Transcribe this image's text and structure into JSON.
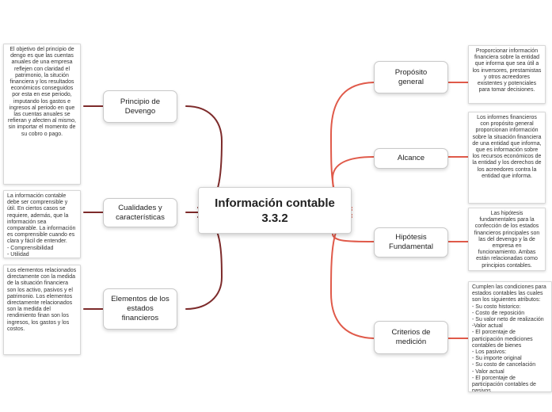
{
  "colors": {
    "left_branch": "#7d2b2b",
    "right_branch": "#e05a4a",
    "node_border": "#c9c9c9",
    "background": "#ffffff"
  },
  "central": {
    "title": "Información contable\n3.3.2"
  },
  "left": [
    {
      "label": "Principio de\nDevengo",
      "note": "El objetivo del principio de dengo es que las cuentas anuales de una empresa reflejen con claridad el patrimonio, la situción financiera y los resultados económicos conseguidos por esta en ese periodo, imputando los gastos e ingresos al periodo en que las cuentas anuales se refieran y afecten al mismo, sin importar el momento de su cobro o pago."
    },
    {
      "label": "Cualidades y\ncaracterísticas",
      "note": "La información contable debe ser comprensible y útil. En ciertos casos se requiere, además, que la información sea comparable. La información es comprensible cuando es clara y fácil de entender.\n- Comprensibilidad\n- Utilidad\n- Comparabilidad"
    },
    {
      "label": "Elementos de los\nestados\nfinancieros",
      "note": "Los elementos relacionados directamente con la medida de la situación financiera son los activo, pasivos y el patrimonio. Los elementos directamente relacionados son la medida del rendimiento finan son los ingresos, los gastos y los costos."
    }
  ],
  "right": [
    {
      "label": "Propósito\ngeneral",
      "note": "Proporcionar información financiera sobre la entidad que informa que sea útil a los inversores, prestamistas y otros acreedores existentes y potenciales para tomar decisiones."
    },
    {
      "label": "Alcance",
      "note": "Los informes financieros con propósito general proporcionan información sobre la situación financiera de una entidad que informa, que es información sobre los recursos económicos de la entidad y los derechos de los acreedores contra la entidad que informa."
    },
    {
      "label": "Hipótesis\nFundamental",
      "note": "Las hipótesis fundamentales para la confección de los estados financieros principales son las del devengo y la de empresa en funcionamiento. Ambas están relacionadas como principios contables."
    },
    {
      "label": "Criterios de\nmedición",
      "note": "Cumplen las condiciones para estados contables las cuales son los siguientes atributos:\n- Su costo historico:\n- Costo de reposición\n- Su valor neto de realización\n-Valor actual\n- El porcentaje de participación mediciones contables de bienes\n- Los pasivos:\n- Su importe original\n- Su costo de cancelación\n- Valor actual\n- El porcentaje de participación contables de pasivos"
    }
  ]
}
